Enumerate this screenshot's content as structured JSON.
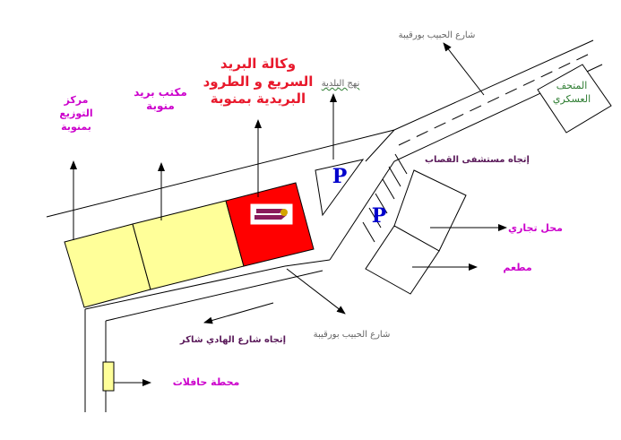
{
  "labels": {
    "title": [
      "وكالة البريد",
      "السريع و الطرود",
      "البريدية بمنوبة"
    ],
    "post_office": [
      "مكتب بريد",
      "منوبة"
    ],
    "distribution_center": [
      "مركز",
      "التوزيع",
      "بمنوبة"
    ],
    "street_top": "شارع الحبيب بورقيبة",
    "street_bottom": "شارع الحبيب بورقيبة",
    "municipality_street": "نهج البلدية",
    "museum": [
      "المتحف",
      "العسكري"
    ],
    "to_hospital": "إتجاه مستشفى القصاب",
    "shop": "محل تجاري",
    "restaurant": "مطعم",
    "to_hedi_chaker": "إتجاه شارع الهادي شاكر",
    "bus_station": "محطة حافلات",
    "parking_1": "P",
    "parking_2": "P"
  },
  "colors": {
    "building_yellow": "#ffff99",
    "building_red": "#ff0000",
    "title_red": "#e8192c",
    "magenta": "#cc00cc",
    "parking_blue": "#0000cc",
    "museum_green": "#2e7d32",
    "street_gray": "#666666"
  }
}
